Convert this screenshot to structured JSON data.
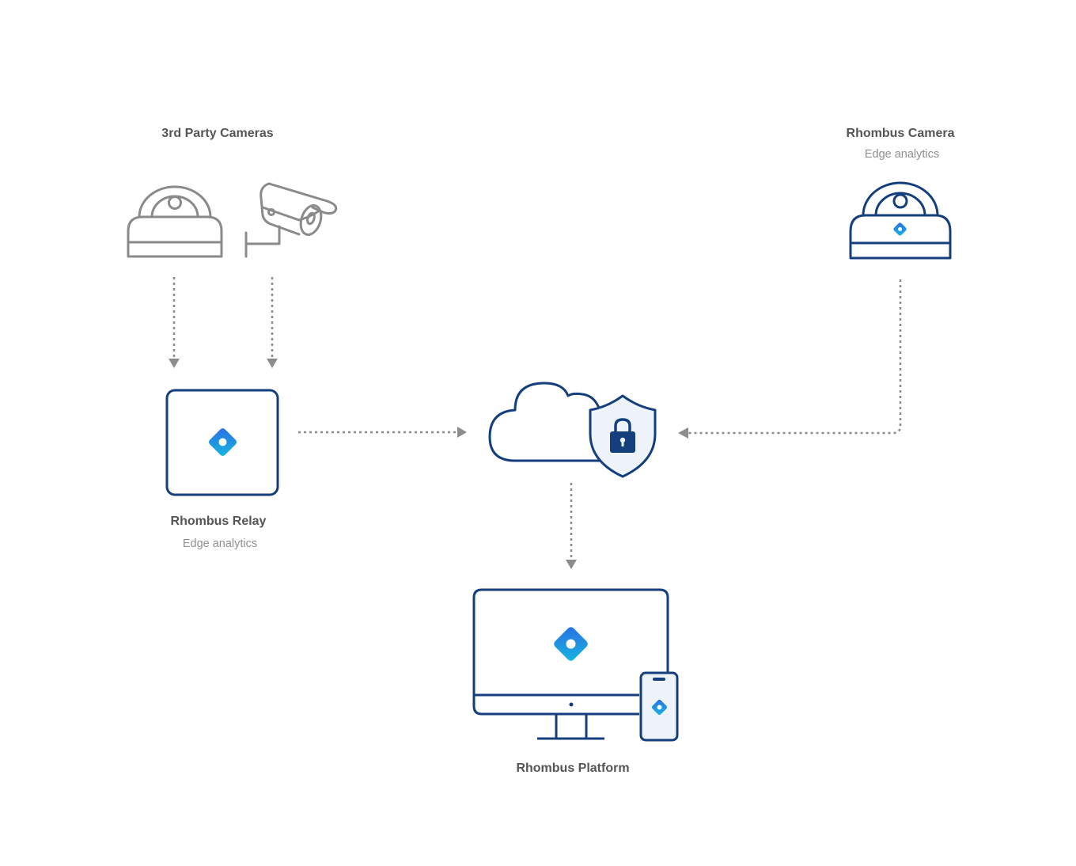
{
  "nodes": {
    "third_party": {
      "title": "3rd Party Cameras",
      "icons": [
        "dome-camera-icon",
        "bullet-camera-icon"
      ]
    },
    "rhombus_camera": {
      "title": "Rhombus Camera",
      "subtitle": "Edge analytics",
      "icon": "dome-camera-icon"
    },
    "rhombus_relay": {
      "title": "Rhombus Relay",
      "subtitle": "Edge analytics",
      "icon": "relay-box-icon"
    },
    "cloud": {
      "icon": "secure-cloud-icon"
    },
    "rhombus_platform": {
      "title": "Rhombus Platform",
      "icons": [
        "desktop-monitor-icon",
        "mobile-phone-icon"
      ]
    }
  },
  "edges": [
    {
      "from": "third_party.dome",
      "to": "rhombus_relay",
      "style": "dotted"
    },
    {
      "from": "third_party.bullet",
      "to": "rhombus_relay",
      "style": "dotted"
    },
    {
      "from": "rhombus_relay",
      "to": "cloud",
      "style": "dotted"
    },
    {
      "from": "rhombus_camera",
      "to": "cloud",
      "style": "dotted"
    },
    {
      "from": "cloud",
      "to": "rhombus_platform",
      "style": "dotted"
    }
  ],
  "colors": {
    "navy": "#143f7c",
    "gray_icon": "#8a8a8a",
    "arrow": "#8c8c8c",
    "brand_gradient_start": "#2a7de6",
    "brand_gradient_end": "#16b4e0",
    "light_fill": "#eef3fa"
  }
}
